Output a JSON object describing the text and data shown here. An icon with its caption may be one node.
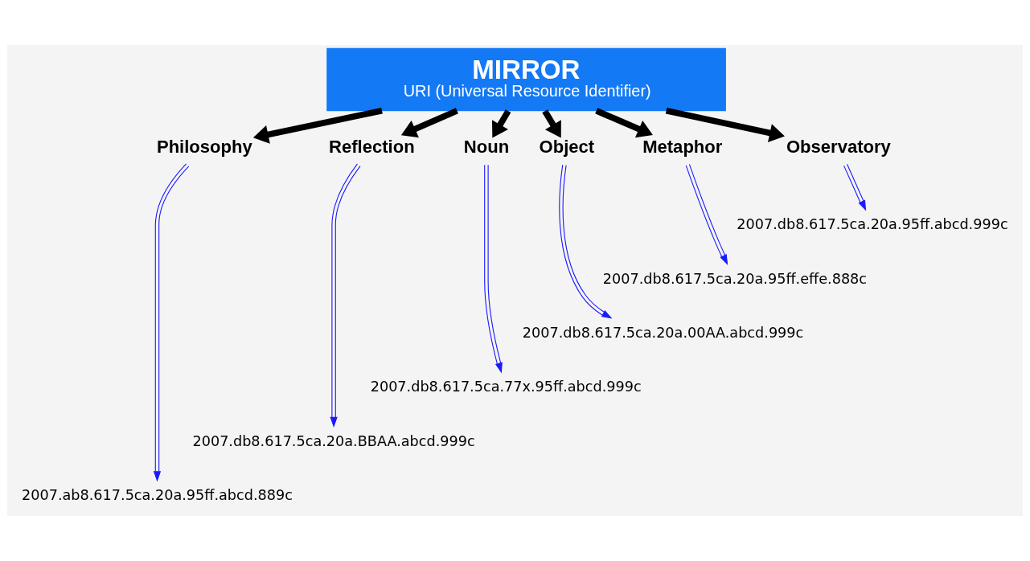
{
  "diagram": {
    "nodes": [
      {
        "text": [
          "MIRROR",
          "URI (Universal Resource Identifier)"
        ]
      },
      {
        "text": [
          "Philosophy"
        ]
      },
      {
        "text": [
          "Reflection"
        ]
      },
      {
        "text": [
          "Noun"
        ]
      },
      {
        "text": [
          "Object"
        ]
      },
      {
        "text": [
          "Metaphor"
        ]
      },
      {
        "text": [
          "Observatory"
        ]
      },
      {
        "text": [
          "2007.ab8.617.5ca.20a.95ff.abcd.889c"
        ]
      },
      {
        "text": [
          "2007.db8.617.5ca.20a.BBAA.abcd.999c"
        ]
      },
      {
        "text": [
          "2007.db8.617.5ca.77x.95ff.abcd.999c"
        ]
      },
      {
        "text": [
          "2007.db8.617.5ca.20a.00AA.abcd.999c"
        ]
      },
      {
        "text": [
          "2007.db8.617.5ca.20a.95ff.effe.888c"
        ]
      },
      {
        "text": [
          "2007.db8.617.5ca.20a.95ff.abcd.999c"
        ]
      }
    ],
    "edges": [
      {
        "from": 0,
        "to": 1,
        "arrow": "to",
        "style": "thick"
      },
      {
        "from": 0,
        "to": 2,
        "arrow": "to",
        "style": "thick"
      },
      {
        "from": 0,
        "to": 3,
        "arrow": "to",
        "style": "thick"
      },
      {
        "from": 0,
        "to": 4,
        "arrow": "to",
        "style": "thick"
      },
      {
        "from": 0,
        "to": 5,
        "arrow": "to",
        "style": "thick"
      },
      {
        "from": 0,
        "to": 6,
        "arrow": "to",
        "style": "thick"
      },
      {
        "from": 1,
        "to": 7,
        "arrow": "to",
        "color": "#1a1aff"
      },
      {
        "from": 2,
        "to": 8,
        "arrow": "to",
        "color": "#1a1aff"
      },
      {
        "from": 3,
        "to": 9,
        "arrow": "to",
        "color": "#1a1aff"
      },
      {
        "from": 4,
        "to": 10,
        "arrow": "to",
        "color": "#1a1aff"
      },
      {
        "from": 5,
        "to": 11,
        "arrow": "to",
        "color": "#1a1aff"
      },
      {
        "from": 6,
        "to": 12,
        "arrow": "to",
        "color": "#1a1aff"
      }
    ]
  }
}
